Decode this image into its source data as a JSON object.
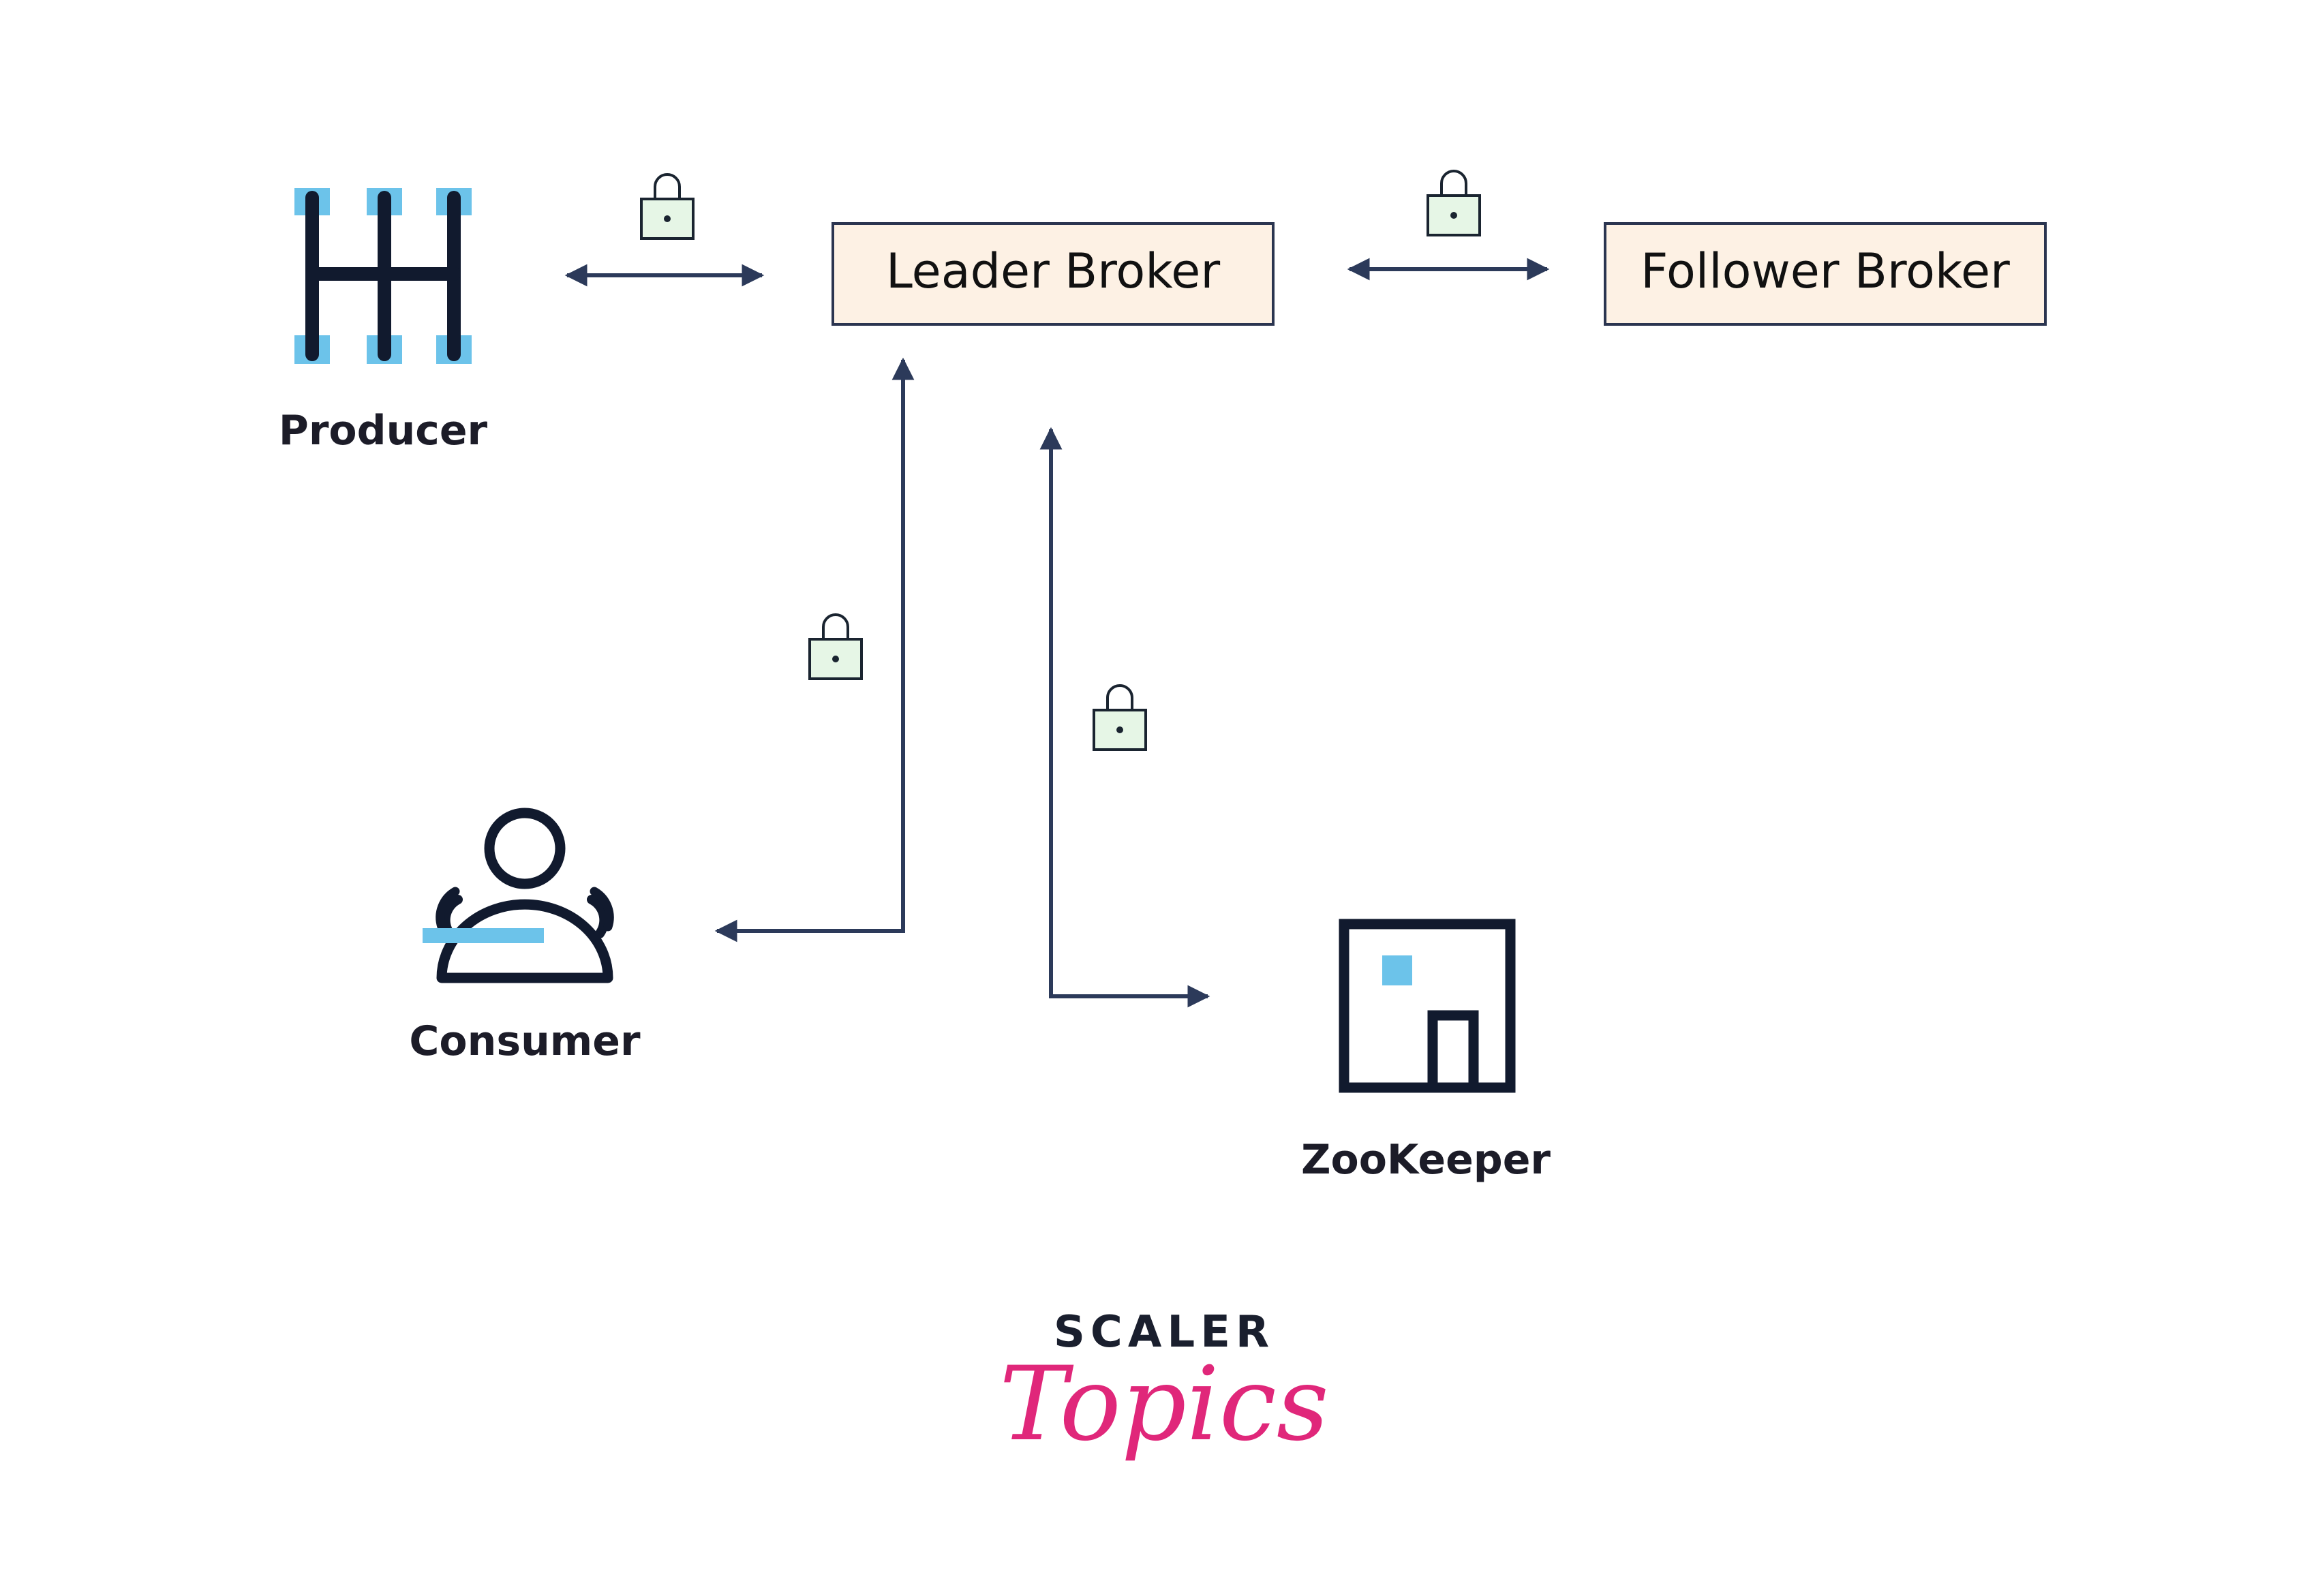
{
  "colors": {
    "arrow": "#2c3a5a",
    "box_fill": "#fdf1e4",
    "box_stroke": "#2b3550",
    "icon_dark": "#111a2e",
    "icon_accent": "#6cc3ea",
    "lock_fill": "#e6f6e6",
    "lock_stroke": "#1a2430",
    "logo_dark": "#1a1f2e",
    "logo_pink": "#e0277a"
  },
  "nodes": {
    "producer": {
      "label": "Producer",
      "icon": "gear-shift-icon"
    },
    "leader_broker": {
      "label": "Leader Broker"
    },
    "follower_broker": {
      "label": "Follower Broker"
    },
    "consumer": {
      "label": "Consumer",
      "icon": "user-group-icon"
    },
    "zookeeper": {
      "label": "ZooKeeper",
      "icon": "window-door-icon"
    }
  },
  "edges": [
    {
      "from": "producer",
      "to": "leader_broker",
      "direction": "both",
      "secured": true
    },
    {
      "from": "leader_broker",
      "to": "follower_broker",
      "direction": "both",
      "secured": true
    },
    {
      "from": "leader_broker",
      "to": "consumer",
      "direction": "both",
      "secured": true
    },
    {
      "from": "leader_broker",
      "to": "zookeeper",
      "direction": "both",
      "secured": true
    }
  ],
  "watermark": {
    "line1": "SCALER",
    "line2": "Topics"
  }
}
